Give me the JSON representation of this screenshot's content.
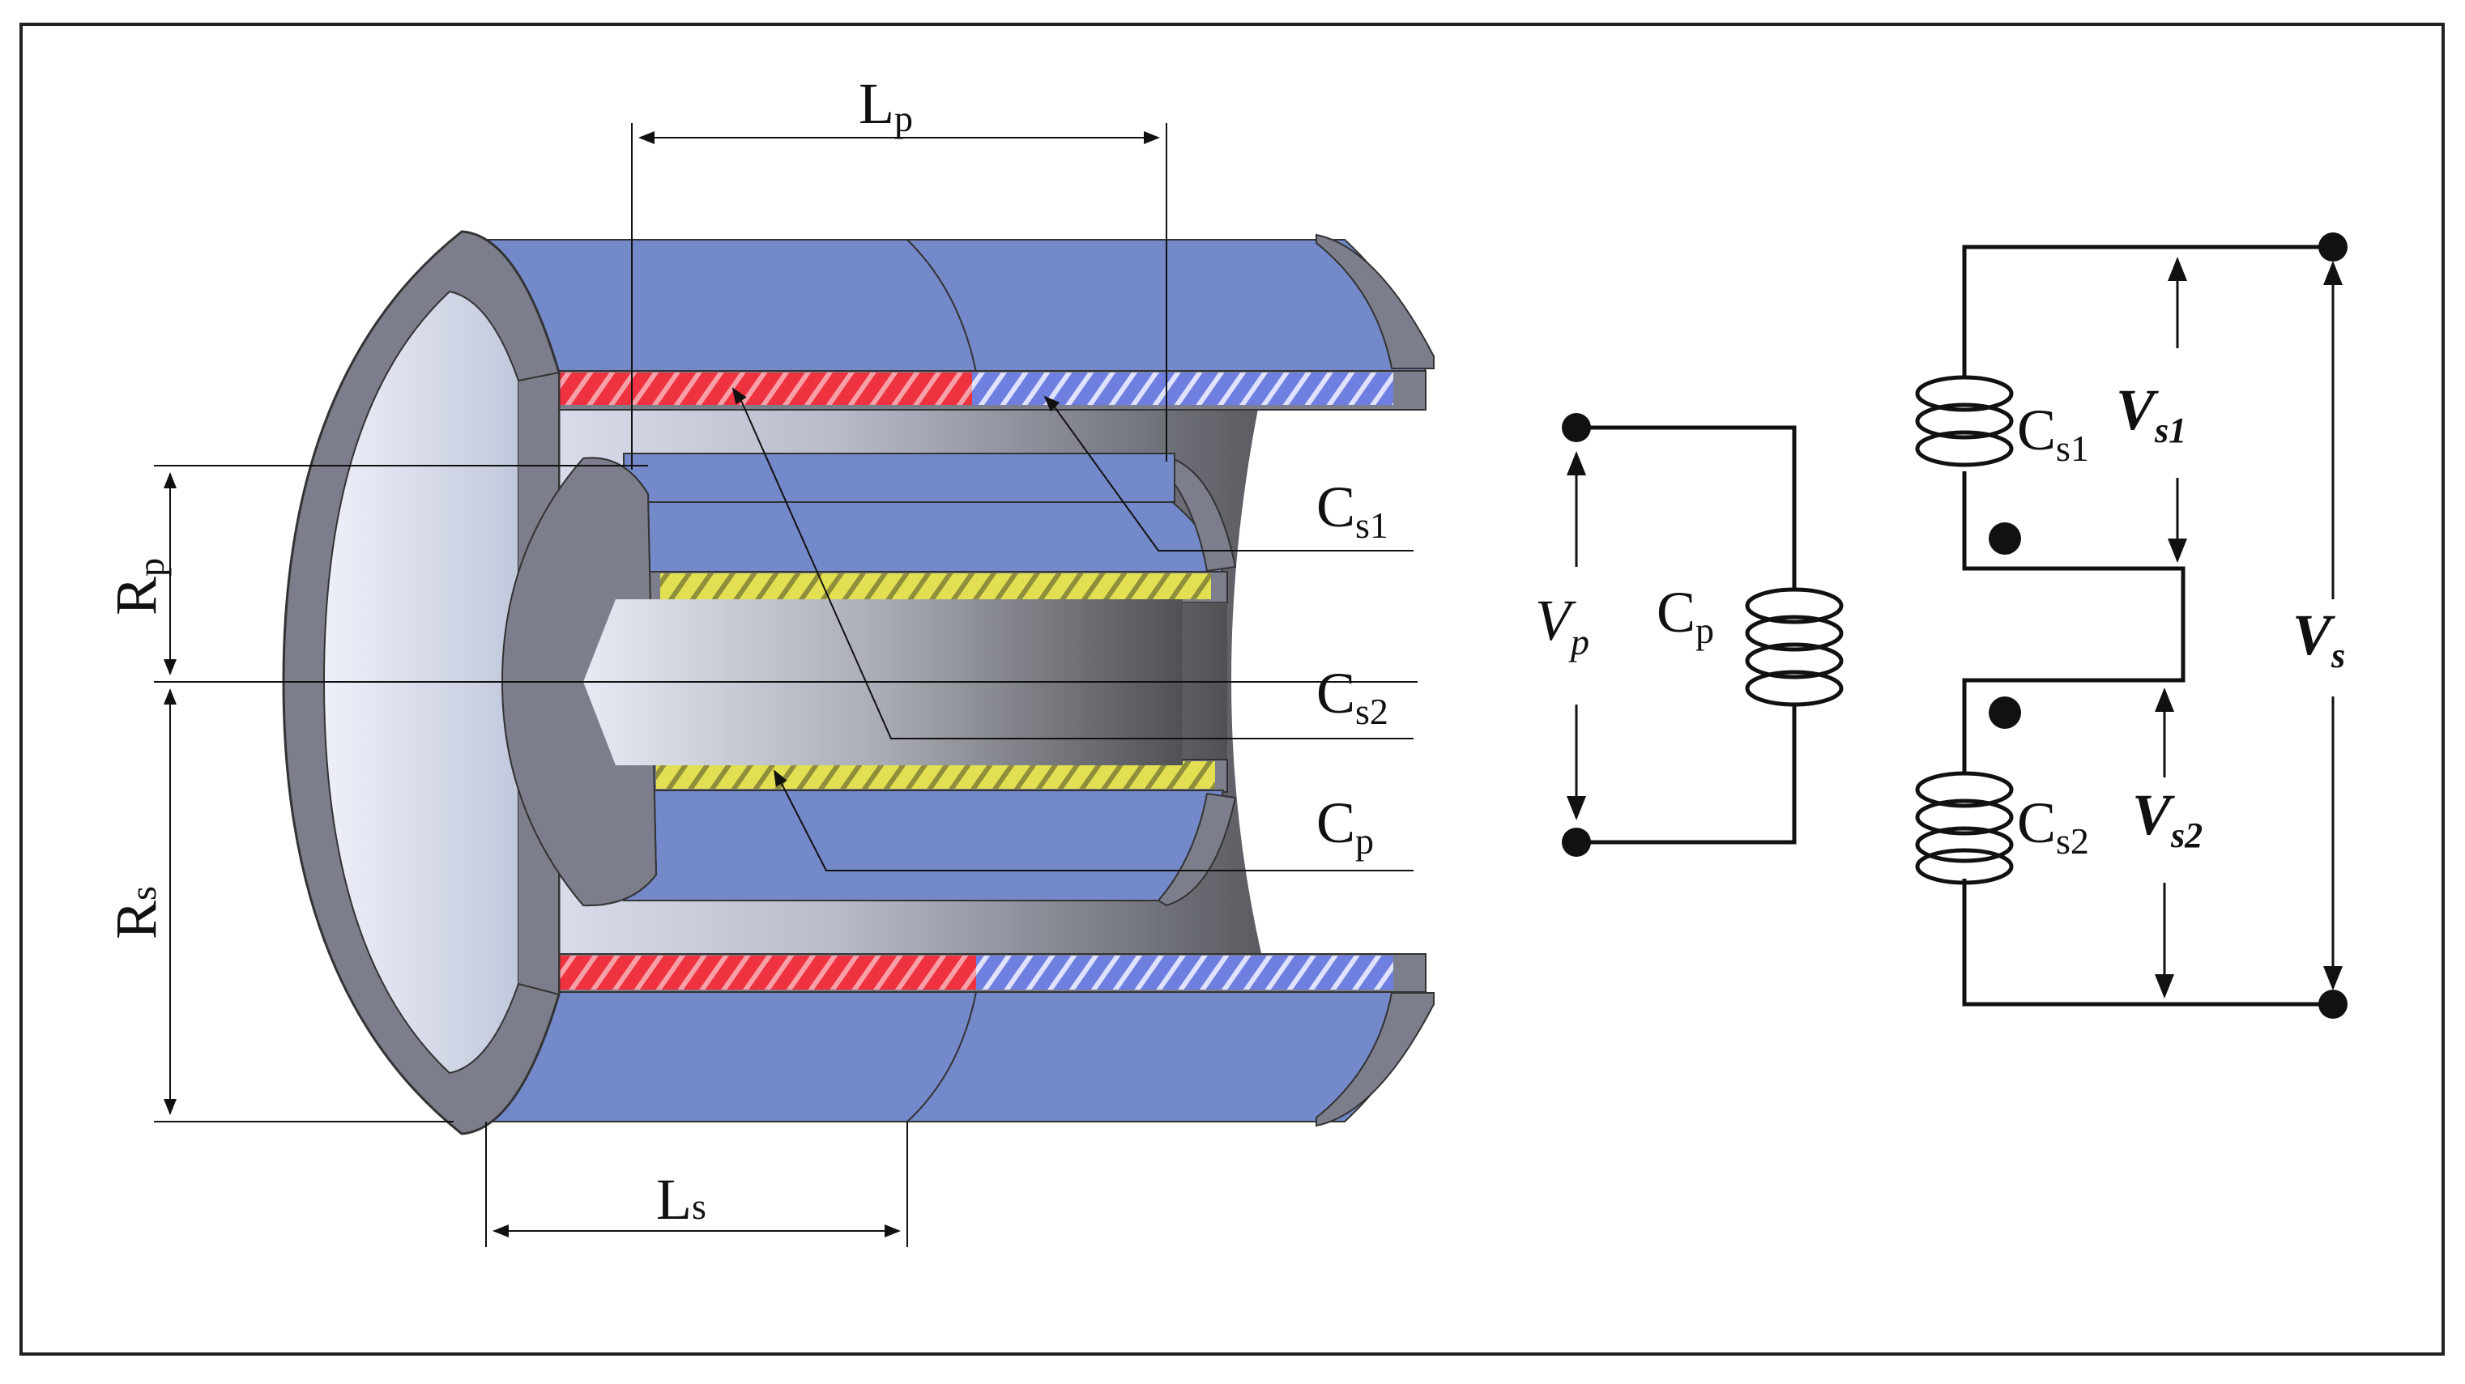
{
  "colors": {
    "frame": "#222222",
    "tube_blue": "#7389c9",
    "end_ring": "#7c7e8b",
    "primary_winding": "#e0dc60",
    "secondary_red": "#ee3240",
    "secondary_blue": "#7f8ce6",
    "interior_gradient_light": "#dfe3f3",
    "interior_gradient_dark": "#5c5e62"
  },
  "model": {
    "dim_lp": {
      "main": "L",
      "sub": "p"
    },
    "dim_ls": {
      "main": "L",
      "sub": "s"
    },
    "dim_rp": {
      "main": "R",
      "sub": "p"
    },
    "dim_rs": {
      "main": "R",
      "sub": "s"
    },
    "callout_cs1": {
      "main": "C",
      "sub": "s1"
    },
    "callout_cs2": {
      "main": "C",
      "sub": "s2"
    },
    "callout_cp": {
      "main": "C",
      "sub": "p"
    }
  },
  "primary_circuit": {
    "voltage": {
      "main": "V",
      "sub": "p"
    },
    "coil": {
      "main": "C",
      "sub": "p"
    }
  },
  "secondary_circuit": {
    "coil_top": {
      "main": "C",
      "sub": "s1"
    },
    "coil_bottom": {
      "main": "C",
      "sub": "s2"
    },
    "v_top": {
      "main": "V",
      "sub": "s1"
    },
    "v_bottom": {
      "main": "V",
      "sub": "s2"
    },
    "v_total": {
      "main": "V",
      "sub": "s"
    }
  }
}
